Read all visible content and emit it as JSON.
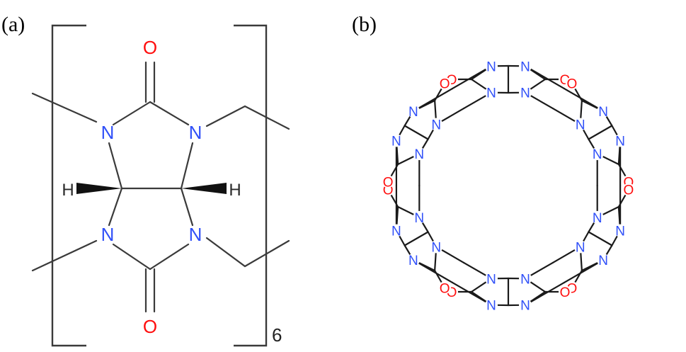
{
  "panel_a": {
    "label": "(a)",
    "atoms": {
      "oxygen_top": "O",
      "oxygen_bottom": "O",
      "n_ul": "N",
      "n_ur": "N",
      "n_ll": "N",
      "n_lr": "N",
      "h_left": "H",
      "h_right": "H"
    },
    "subscript": "6"
  },
  "panel_b": {
    "label": "(b)",
    "nitrogen_symbol": "N",
    "oxygen_symbol": "O",
    "glycoluril_units": 6
  },
  "colors": {
    "nitrogen": "#3050f8",
    "oxygen": "#ff0d0d",
    "bond": "#1a1a1a"
  }
}
